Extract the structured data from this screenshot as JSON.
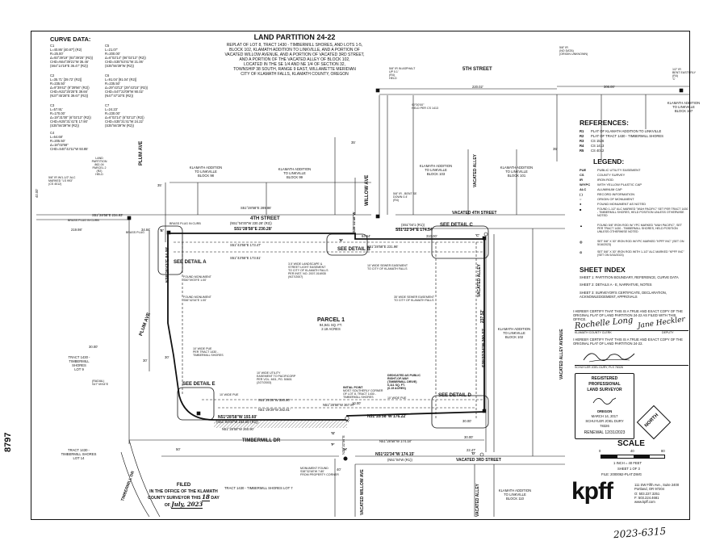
{
  "doc_number": "8797",
  "sheet_id": "2023-6315",
  "title": {
    "heading": "LAND PARTITION 24-22",
    "lines": [
      "REPLAT OF LOT 8, TRACT 1430 - TIMBERMILL SHORES, AND LOTS 1-5,",
      "BLOCK 102, KLAMATH ADDITION TO LINKVILLE, AND A PORTION OF",
      "VACATED WILLOW AVENUE, AND A PORTION OF VACATED 3RD STREET,",
      "AND A PORTION OF THE VACATED ALLEY OF BLOCK 102,",
      "LOCATED IN THE SE 1/4 AND NE 1/4 OF SECTION 32,",
      "TOWNSHIP 38 SOUTH, RANGE 9 EAST, WILLAMETTE MERIDIAN",
      "CITY OF KLAMATH FALLS, KLAMATH COUNTY, OREGON"
    ]
  },
  "curve_data": {
    "heading": "CURVE DATA:",
    "curves": [
      {
        "id": "C1",
        "lines": [
          "L=40.86' [40.87'] (R2)",
          "R=25.00'",
          "Δ=93°39'19\" (93°39'25\" (R2))",
          "CHD=N64°39'21\"W  36.46'",
          "(S64°14'19\"E  36.47' (R2))"
        ]
      },
      {
        "id": "C2",
        "lines": [
          "L=35.71' [39.72' (R2)]",
          "R=235.50'",
          "Δ=9°39'42\" (9°39'56\" (R2))",
          "CHD=N32°25'25\"E  39.66'",
          "(N37°45'28\"E  39.67' (R2))"
        ]
      },
      {
        "id": "C3",
        "lines": [
          "L=57.91'",
          "R=170.00'",
          "Δ=19°31'00\" (6°02'13\" (R2))",
          "CHD=N35°31'41\"E  17.90'",
          "(S35°56'39\"W (R2))"
        ]
      },
      {
        "id": "C4",
        "lines": [
          "L=64.68'",
          "R=205.50'",
          "Δ=18°02'58\"",
          "CHD=S40°42'11\"W  93.85'"
        ]
      },
      {
        "id": "C5",
        "lines": [
          "L=21.07'",
          "R=200.00'",
          "Δ=6°02'14\" (06°02'13\" (R2))",
          "CHD=S35°53'41\"W  21.06'",
          "(S35°56'39\"W (R2))"
        ]
      },
      {
        "id": "C6",
        "lines": [
          "L=91.04' [91.04' (R2)]",
          "R=235.50'",
          "Δ=29°43'13\" (29°43'15\" (R2))",
          "CHD=S47°22'09\"W  90.02'",
          "(N47°47'10\"E (R2))"
        ]
      },
      {
        "id": "C7",
        "lines": [
          "L=24.23'",
          "R=230.00'",
          "Δ=6°02'14\" (6°02'13\" (R2))",
          "CHD=S35°31'41\"W  24.22'",
          "(S35°56'39\"W (R2))"
        ]
      }
    ]
  },
  "streets": {
    "fifth": "5TH STREET",
    "fourth": "4TH STREET",
    "vac_fourth": "VACATED 4TH STREET",
    "vac_third": "VACATED 3RD STREET",
    "plum": "PLUM AVE",
    "plum2": "PLUM AVE",
    "willow": "WILLOW AVE",
    "vac_willow": "VACATED WILLOW AVE",
    "vac_alley": "VACATED ALLEY",
    "vac_alley2": "VACATED ALLEY",
    "vac_alley3": "VACATED ALLEY",
    "timbermill": "TIMBERMILL DR",
    "timbermill2": "TIMBERMILL DR",
    "vac_ave_right": "VACATED ALLEY AVENUE"
  },
  "blocks": {
    "b98": [
      "KLAMATH ADDITION",
      "TO LINKVILLE",
      "BLOCK 98"
    ],
    "b99": [
      "KLAMATH ADDITION",
      "TO LINKVILLE",
      "BLOCK 99"
    ],
    "b103": [
      "KLAMATH ADDITION",
      "TO LINKVILLE",
      "BLOCK 103"
    ],
    "b101": [
      "KLAMATH ADDITION",
      "TO LINKVILLE",
      "BLOCK 101"
    ],
    "b102": [
      "KLAMATH ADDITION",
      "TO LINKVILLE",
      "BLOCK 102"
    ],
    "b107": [
      "KLAMATH ADDITION",
      "TO LINKVILLE",
      "BLOCK 107"
    ],
    "b110": [
      "KLAMATH ADDITION",
      "TO LINKVILLE",
      "BLOCK 110"
    ],
    "tract_shores": [
      "TRACT 1430 -",
      "TIMBERMILL",
      "SHORES",
      "LOT 9"
    ],
    "tract_lot14": [
      "TRACT 1430 -",
      "TIMBERMILL SHORES",
      "LOT 14"
    ],
    "tract_lot7": "TRACT 1430 - TIMBERMILL SHORES LOT 7",
    "lp_parcel": [
      "LAND",
      "PARTITION",
      "862-04",
      "PARCEL 2",
      "(R2)",
      "HELD"
    ]
  },
  "parcel": {
    "name": "PARCEL 1",
    "area": "94,941 SQ. FT.",
    "acres": "2.18 ACRES"
  },
  "details": {
    "a": "SEE DETAIL A",
    "b": "SEE DETAIL B",
    "c": "SEE DETAIL C",
    "d": "SEE DETAIL D",
    "e": "SEE DETAIL E"
  },
  "bearings": {
    "top_main": "S51°28'58\"E  230.28'",
    "top_sub": "(N51°04'00\"W  230.28' (R2))",
    "top_sub2": "S51°43'55\"E  173.47'",
    "top_sub3": "S51°43'55\"E  173.51'",
    "right_top": "S51°22'34\"E  174.54'",
    "right_top2": "(S51°04'1 (R1))",
    "fourth_street": "S51°28'58\"E  289.86'",
    "left_top": "S51°28'58\"E  234.93'",
    "left_vert": "N38°28'42\"E 94.08'",
    "bottom_left": "N51°28'58\"W  193.60'",
    "bottom_left2": "(N51°04'00\"W  193.60' (R2))",
    "bottom_left3": "N51°28'58\"W  260.90'",
    "bottom_right": "N51°28'58\"W  176.22'",
    "bottom_right2": "N51°28'58\"W  174.18'",
    "bottom_main": "N51°22'34\"W  174.15'",
    "bottom_main2": "(N51°04'W (R1))",
    "right_vert": "S38°37'34\"W 290.02'",
    "right_vert2": "237.52'",
    "mid_1": "S51°28'58\"E  231.96'",
    "mid_2": "S51°29'29\"W 390.90'",
    "mid_3": "N51°29'29\"W  282.81'",
    "mid_4": "N51°28'58\"W  367.87'",
    "willow_vert": "S38°32'48\"W",
    "willow_vert2": "N38°32'56\"E"
  },
  "notes": {
    "landscape": [
      "3.5' WIDE LANDSCAPE &",
      "STREET LIGHT EASEMENT",
      "TO CITY OF KLAMATH FALLS",
      "PER INST. NO. 2007-016935",
      "(9/27/2007)"
    ],
    "sewer1": [
      "10' WIDE SEWER EASEMENT",
      "TO CITY OF KLAMATH FALLS"
    ],
    "sewer2": [
      "35' WIDE SEWER EASEMENT",
      "TO CITY OF KLAMATH FALLS"
    ],
    "pue": [
      "10' WIDE PUE",
      "PER TRACT 1430 -",
      "TIMBERMILL SHORES"
    ],
    "utility": [
      "10' WIDE UTILITY",
      "EASEMENT TO PACIFICORP",
      "PER VOL. M01, PG. 50601",
      "(2/27/2003)"
    ],
    "pue2": "10' WIDE PUE",
    "pue3": "10' WIDE PUE",
    "dedicated": [
      "DEDICATED AS PUBLIC",
      "RIGHT-OF-WAY",
      "(TIMBERMILL DRIVE)",
      "6,111 SQ. FT.",
      "(0.15 ACRES)"
    ],
    "initial": [
      "INITIAL POINT",
      "MOST SOUTHERLY CORNER",
      "OF LOT 8, TRACT 1430 -",
      "TIMBERMILL SHORES"
    ],
    "found1": [
      "FOUND MONUMENT",
      "S50°09'29\"E  1.00'"
    ],
    "found2": [
      "FOUND MONUMENT",
      "S56°42'44\"E  1.00'"
    ],
    "brass1": "BRASS PLUG IN CURB",
    "brass2": "BRASS PLUG IN CURB",
    "brass3": "BRASS PLUG",
    "monument_found": [
      "MONUMENT FOUND",
      "S38°32'48\"W  7.80'",
      "FROM PROPERTY CORNER"
    ],
    "rebar_top": [
      "5/8\" IR IN ASPHALT",
      "UP 0.1'",
      "(R4)",
      "HELD"
    ],
    "rebar_top2": [
      "5/8\" IR",
      "(NO DATA)",
      "(ORIGIN UNKNOWN)"
    ],
    "rebar_right": [
      "1/2\" IR",
      "BENT EASTERLY",
      "(R4)",
      "'C'"
    ],
    "rebar_mid": [
      "5/8\" IR - BENT SE",
      "DOWN 0.4'",
      "(R4)"
    ],
    "rebar_left": [
      "5/8\" IR W/1-1/2\" ALC",
      "MARKED \"LS 993\"",
      "(CS 4012)"
    ],
    "angle": [
      "90°00'00\"",
      "HELD PER CS 1413"
    ],
    "radial": [
      "(RADIAL)",
      "S47°49'44\"E"
    ]
  },
  "distances": {
    "d220": "220.02'",
    "d306": "306.00'",
    "d35a": "35'",
    "d35b": "35'",
    "d35c": "35'",
    "d64": "64.54'",
    "d310": "310.00'",
    "d3484": "34.84'",
    "d2199": "219.98'",
    "d3000a": "30.00'",
    "d3000b": "30.00'",
    "d3000c": "30.00'",
    "d2247": "22.47'",
    "d30a": "30'",
    "d30b": "30'",
    "d50": "50'",
    "d40": "40'",
    "d4000": "40.00'",
    "d1000": "10.00'"
  },
  "references": {
    "heading": "REFERENCES:",
    "rows": [
      {
        "k": "R1",
        "v": "PLAT OF KLAMATH ADDITION TO LINKVILLE"
      },
      {
        "k": "R2",
        "v": "PLAT OF TRACT 1430 - TIMBERMILL SHORES"
      },
      {
        "k": "R3",
        "v": "CS 1526"
      },
      {
        "k": "R4",
        "v": "CS 1413"
      },
      {
        "k": "R5",
        "v": "CS 4012"
      }
    ]
  },
  "legend": {
    "heading": "LEGEND:",
    "rows": [
      {
        "k": "PUE",
        "v": "PUBLIC UTILITY EASEMENT"
      },
      {
        "k": "CS",
        "v": "COUNTY SURVEY"
      },
      {
        "k": "IR",
        "v": "IRON ROD"
      },
      {
        "k": "W/YPC",
        "v": "WITH YELLOW PLASTIC CAP"
      },
      {
        "k": "ALC",
        "v": "ALUMINUM CAP"
      },
      {
        "k": "( )",
        "v": "RECORD INFORMATION"
      },
      {
        "k": "○",
        "v": "ORIGIN OF MONUMENT"
      },
      {
        "k": "●",
        "v": "FOUND MONUMENT AS NOTED"
      },
      {
        "k": "■",
        "v": "FOUND 1-1/2\" ALC MARKED \"W&H PACIFIC\" SET PER TRACT 1430 - TIMBERMILL SHORES, HELD POSITION UNLESS OTHERWISE NOTED"
      },
      {
        "k": "▲",
        "v": "FOUND 5/8\" IRON ROD W/ YPC MARKED \"W&H PACIFIC\", SET PER TRACT 1430 - TIMBERMILL SHORES, HELD POSITION UNLESS OTHERWISE NOTED"
      },
      {
        "k": "◎",
        "v": "SET 5/8\" X 30\" IRON ROD W/YPC MARKED \"KPFF INC\" (SET ON 5/16/2023)"
      },
      {
        "k": "⊙",
        "v": "SET 5/8\" X 30\" IRON ROD WITH 1-1/2\" ALC MARKED \"KPFF INC\" (SET ON 5/16/2023)"
      }
    ]
  },
  "sheet_index": {
    "heading": "SHEET INDEX",
    "rows": [
      "SHEET 1: PARTITION BOUNDARY, REFERENCE, CURVE DATA",
      "SHEET 2: DETAILS A - E, NARRATIVE, NOTES",
      "SHEET 3: SURVEYOR'S CERTIFICATE, DECLARATION, ACKNOWLEDGEMENT, APPROVALS"
    ]
  },
  "certification": {
    "text1": "I HEREBY CERTIFY THAT THIS IS A TRUE AND EXACT COPY OF THE ORIGINAL PLAT OF LAND PARTITION 24-22 AS FILED WITH THIS OFFICE.",
    "sig_left": "Rochelle Long",
    "sig_right": "Jane Heckler",
    "clerk_left": "KLAMATH COUNTY CLERK",
    "clerk_right": "DEPUTY",
    "text2": "I HEREBY CERTIFY THAT THIS IS A TRUE AND EXACT COPY OF THE ORIGINAL PLAT OF LAND PARTITION 24-22.",
    "surveyor": "SCHUYLER JOEL DURY, PLS 78326"
  },
  "seal": {
    "line1": "REGISTERED",
    "line2": "PROFESSIONAL",
    "line3": "LAND SURVEYOR",
    "state": "OREGON",
    "date": "MARCH 14, 2017",
    "name": "SCHUYLER JOEL DURY",
    "number": "78326",
    "renewal": "RENEWAL 12/31/2023"
  },
  "north": "NORTH",
  "scale": {
    "heading": "SCALE",
    "ticks": [
      "0",
      "40",
      "80"
    ],
    "caption": "1 INCH = 40 FEET"
  },
  "sheet": {
    "of": "SHEET 1 OF 3",
    "file": "FILE: 2000062-PLAT.DWG"
  },
  "company": {
    "logo": "kpff",
    "address": [
      "111 SW Fifth Ave., Suite 2400",
      "Portland, OR 97204",
      "O: 503.227.3251",
      "F: 503.224.4681",
      "www.kpff.com"
    ]
  },
  "filed": {
    "line1": "FILED",
    "line2": "IN THE OFFICE OF THE KLAMATH",
    "line3": "COUNTY SURVEYOR THIS",
    "day": "18",
    "line3b": "DAY",
    "line4": "OF",
    "month": "July, 2023"
  },
  "point_labels": {
    "b": "'B'",
    "e": "'E'",
    "a": "'A'",
    "f": "'F'",
    "g": "'G'",
    "h": "'H'",
    "d": "'D'",
    "c": "'C'"
  },
  "colors": {
    "ink": "#111111",
    "hatch": "#333333",
    "paper": "#ffffff"
  }
}
